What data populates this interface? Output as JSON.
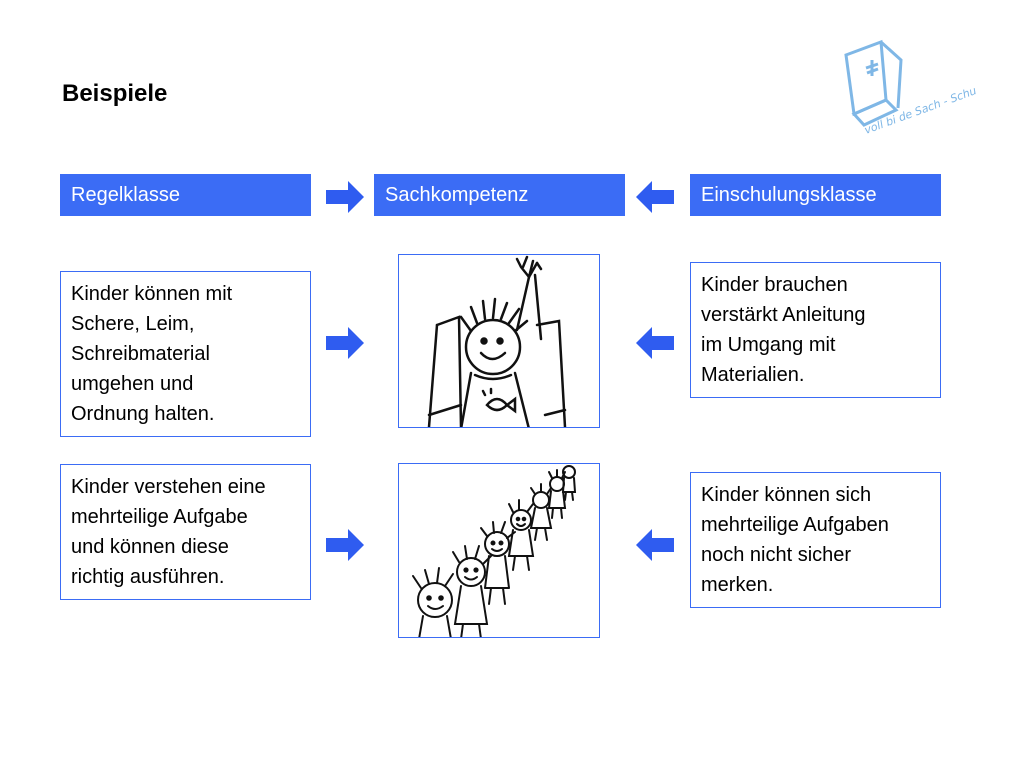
{
  "slide": {
    "title": "Beispiele"
  },
  "headers": {
    "left": "Regelklasse",
    "center": "Sachkompetenz",
    "right": "Einschulungsklasse"
  },
  "rows": [
    {
      "left_text": "Kinder können mit\nSchere, Leim,\nSchreibmaterial\numgehen und\nOrdnung halten.",
      "right_text": "Kinder brauchen\nverstärkt Anleitung\nim Umgang mit\nMaterialien."
    },
    {
      "left_text": "Kinder verstehen eine\nmehrteilige Aufgabe\nund können diese\nrichtig ausführen.",
      "right_text": "Kinder können sich\nmehrteilige Aufgaben\nnoch nicht sicher\nmerken."
    }
  ],
  "logo": {
    "text": "voll bi de Sach - Schuel Fleitsbach"
  },
  "colors": {
    "accent": "#3b6cf5",
    "arrow": "#2f5cf0"
  },
  "icons": [
    "arrow-right-icon",
    "arrow-left-icon",
    "child-raising-hand-illustration",
    "children-line-illustration",
    "school-logo"
  ]
}
